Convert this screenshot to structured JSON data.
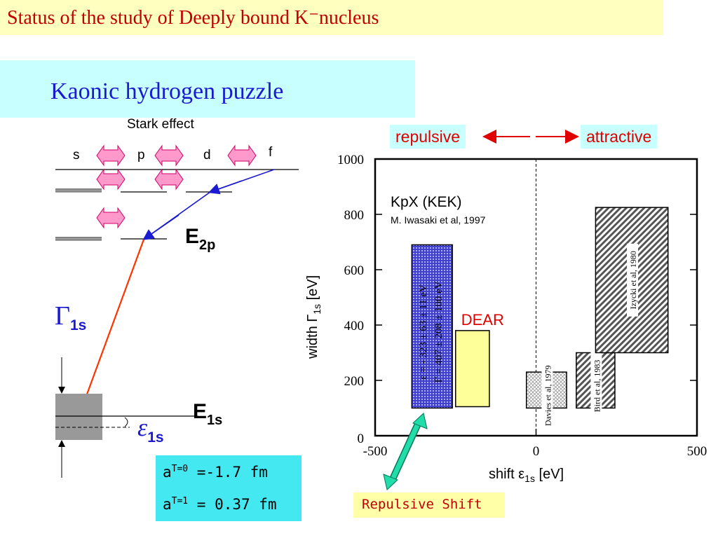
{
  "slide": {
    "title": "Status of the study of Deeply bound K⁻nucleus",
    "subtitle": "Kaonic hydrogen puzzle"
  },
  "level_diagram": {
    "stark_label": "Stark effect",
    "orbitals": [
      "s",
      "p",
      "d",
      "f"
    ],
    "e2p_main": "E",
    "e2p_sub": "2p",
    "e1s_main": "E",
    "e1s_sub": "1s",
    "gamma_main": "Γ",
    "gamma_sub": "1s",
    "eps_main": "ε",
    "eps_sub": "1s",
    "colors": {
      "stark_arrow_fill": "#ff99cc",
      "stark_arrow_stroke": "#cc0066",
      "blue_transition": "#1a1ad0",
      "red_transition": "#ff3300",
      "broad_level": "#999999"
    }
  },
  "direction_labels": {
    "repulsive": "repulsive",
    "attractive": "attractive"
  },
  "scattering_lengths": {
    "line1_prefix": "a",
    "line1_sup": "T=0",
    "line1_value": " =-1.7 fm",
    "line2_prefix": "a",
    "line2_sup": "T=1",
    "line2_value": " = 0.37 fm"
  },
  "repulsive_shift_label": "Repulsive Shift",
  "chart_data": {
    "type": "area",
    "xlabel_main": "shift ε",
    "xlabel_sub": "1s",
    "xlabel_unit": " [eV]",
    "ylabel_main": "width Γ",
    "ylabel_sub": "1s",
    "ylabel_unit": " [eV]",
    "xlim": [
      -500,
      500
    ],
    "ylim": [
      0,
      1000
    ],
    "x_ticks": [
      -500,
      0,
      500
    ],
    "x_tick_labels": [
      "-500",
      "0",
      "500"
    ],
    "y_ticks": [
      0,
      200,
      400,
      600,
      800,
      1000
    ],
    "y_tick_labels": [
      "0",
      "200",
      "400",
      "600",
      "800",
      "1000"
    ],
    "zero_line": "dashed",
    "annotation_title": "KpX (KEK)",
    "annotation_ref": "M. Iwasaki et al, 1997",
    "series": [
      {
        "name": "KpX (KEK)",
        "x_range": [
          -386,
          -260
        ],
        "y_range": [
          100,
          690
        ],
        "fill": "#3333cc",
        "pattern": "dots",
        "label_lines": [
          "ε = - 323 ± 63 ± 11 eV",
          "Γ = 407 ± 208 ± 100 eV"
        ]
      },
      {
        "name": "DEAR",
        "x_range": [
          -250,
          -145
        ],
        "y_range": [
          105,
          380
        ],
        "fill": "#ffff99",
        "pattern": "solid",
        "label": "DEAR",
        "label_color": "#e00000"
      },
      {
        "name": "Davies et al, 1979",
        "x_range": [
          -30,
          95
        ],
        "y_range": [
          100,
          230
        ],
        "fill": "#bbbbbb",
        "pattern": "cross-hatch",
        "label": "Davies et al, 1979"
      },
      {
        "name": "Bird et al, 1983",
        "x_range": [
          125,
          245
        ],
        "y_range": [
          100,
          300
        ],
        "fill": "#666666",
        "pattern": "diagonal",
        "label": "Bird et al, 1983"
      },
      {
        "name": "Izycki et al, 1980",
        "x_range": [
          185,
          410
        ],
        "y_range": [
          300,
          825
        ],
        "fill": "#888888",
        "pattern": "diagonal",
        "label": "Izycki et al, 1980"
      }
    ]
  }
}
